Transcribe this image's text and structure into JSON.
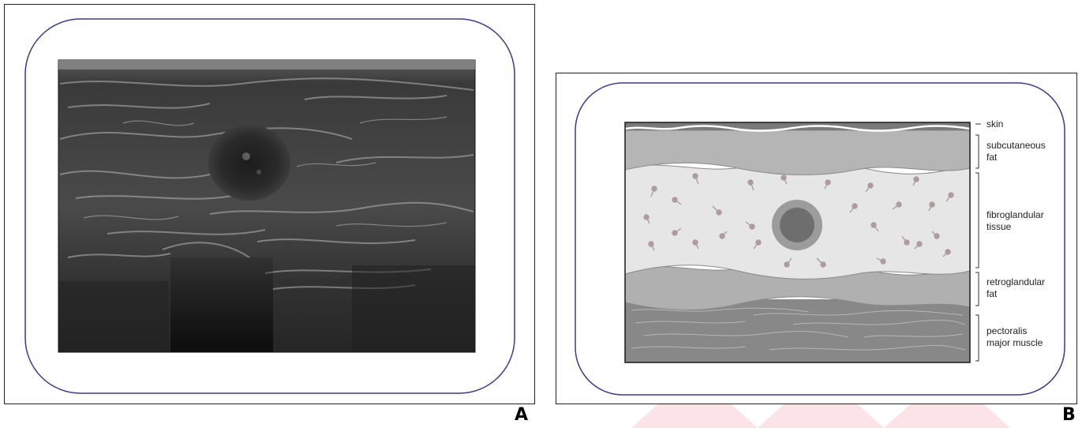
{
  "panel_a": {
    "letter": "A"
  },
  "panel_b": {
    "letter": "B",
    "layers": [
      {
        "id": "skin",
        "lines": [
          "skin"
        ]
      },
      {
        "id": "subcutaneous-fat",
        "lines": [
          "subcutaneous",
          "fat"
        ]
      },
      {
        "id": "fibroglandular-tissue",
        "lines": [
          "fibroglandular",
          "tissue"
        ]
      },
      {
        "id": "retroglandular-fat",
        "lines": [
          "retroglandular",
          "fat"
        ]
      },
      {
        "id": "pectoralis-major-muscle",
        "lines": [
          "pectoralis",
          "major muscle"
        ]
      }
    ]
  },
  "colors": {
    "frame_border": "#3a3a8a",
    "skin": "#7a7a7a",
    "subcutaneous_fat": "#b5b5b5",
    "fibroglandular": "#e6e6e6",
    "retroglandular": "#b0b0b0",
    "muscle": "#888888",
    "lesion_core": "#6e6e6e",
    "lesion_halo": "#9c9c9c",
    "watermark": "#f6c8cf"
  }
}
